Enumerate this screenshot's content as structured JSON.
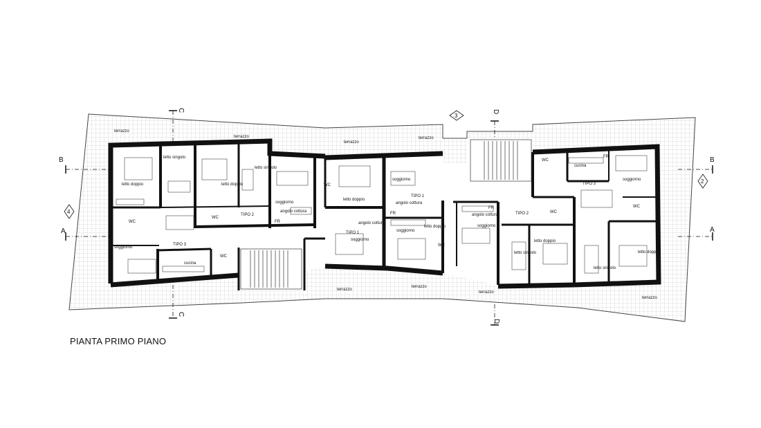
{
  "title": "PIANTA PRIMO PIANO",
  "colors": {
    "wall": "#111111",
    "line": "#333333",
    "hatch": "#cfcfcf"
  },
  "sections": {
    "A": "A",
    "B": "B",
    "C": "C",
    "D": "D",
    "axis_2": "2",
    "axis_3": "3",
    "axis_4": "4"
  },
  "rooms": {
    "terrazzo": "terrazzo",
    "letto_doppio": "letto doppio",
    "letto_singolo": "letto singolo",
    "soggiorno": "soggiorno",
    "angolo_cottura": "angolo cottura",
    "cucina": "cucina",
    "wc": "WC",
    "fr": "FR",
    "tipo1": "TIPO 1",
    "tipo2": "TIPO 2",
    "tipo3": "TIPO 3"
  }
}
